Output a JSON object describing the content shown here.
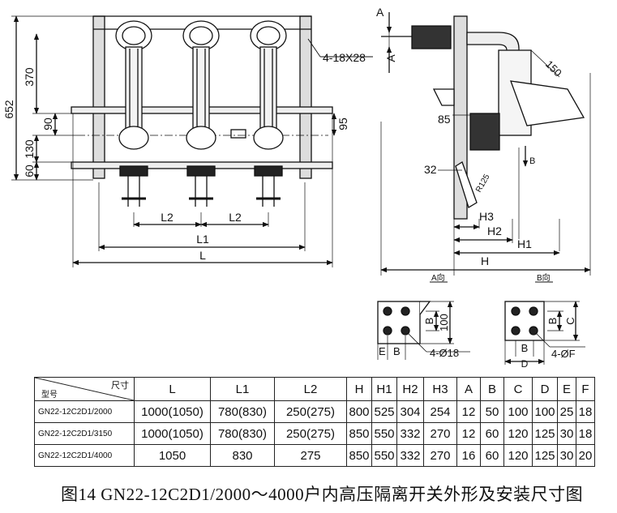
{
  "front_view": {
    "dimensions": {
      "overall_height": "652",
      "upper_height": "370",
      "center_90": "90",
      "lower_130": "130",
      "bottom_60": "60",
      "right_95": "95",
      "slot_label": "4-18X28",
      "pitch_left": "L2",
      "pitch_right": "L2",
      "inner_width": "L1",
      "overall_width": "L"
    }
  },
  "side_view": {
    "dimensions": {
      "view_a_top": "A",
      "view_a_side": "A",
      "angle": "150",
      "dim_85": "85",
      "dim_32": "32",
      "radius": "R125",
      "view_b_arrow": "B",
      "h3": "H3",
      "h2": "H2",
      "h1": "H1",
      "h": "H"
    }
  },
  "view_a": {
    "title": "A向",
    "dim_b": "B",
    "dim_100": "100",
    "dim_e": "E",
    "dim_b_bottom": "B",
    "holes": "4-Ø18"
  },
  "view_b": {
    "title": "B向",
    "dim_b": "B",
    "dim_c": "C",
    "dim_b_bottom": "B",
    "dim_d": "D",
    "holes": "4-ØF"
  },
  "table": {
    "header_corner_top": "尺寸",
    "header_corner_bottom": "型号",
    "columns": [
      "L",
      "L1",
      "L2",
      "H",
      "H1",
      "H2",
      "H3",
      "A",
      "B",
      "C",
      "D",
      "E",
      "F"
    ],
    "rows": [
      {
        "model": "GN22-12C2D1/2000",
        "cells": [
          "1000(1050)",
          "780(830)",
          "250(275)",
          "800",
          "525",
          "304",
          "254",
          "12",
          "50",
          "100",
          "100",
          "25",
          "18"
        ]
      },
      {
        "model": "GN22-12C2D1/3150",
        "cells": [
          "1000(1050)",
          "780(830)",
          "250(275)",
          "850",
          "550",
          "332",
          "270",
          "12",
          "60",
          "120",
          "125",
          "30",
          "18"
        ]
      },
      {
        "model": "GN22-12C2D1/4000",
        "cells": [
          "1050",
          "830",
          "275",
          "850",
          "550",
          "332",
          "270",
          "16",
          "60",
          "120",
          "125",
          "30",
          "20"
        ]
      }
    ]
  },
  "caption": "图14 GN22-12C2D1/2000～4000户内高压隔离开关外形及安装尺寸图"
}
